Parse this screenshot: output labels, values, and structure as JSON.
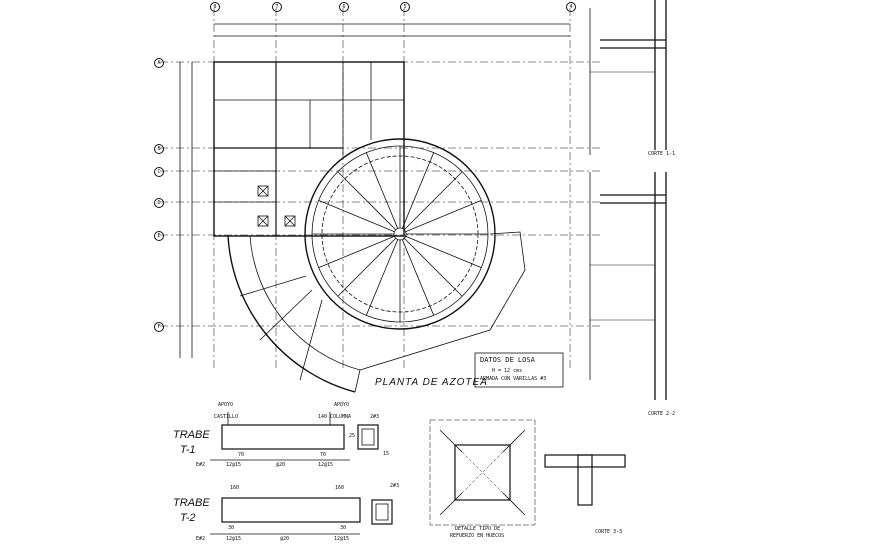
{
  "plan": {
    "title": "PLANTA DE AZOTEA",
    "axis_top": [
      "8",
      "7",
      "6",
      "5",
      "4"
    ],
    "axis_left": [
      "A",
      "B",
      "C",
      "D",
      "E",
      "F"
    ]
  },
  "datos_losa": {
    "title": "DATOS DE LOSA",
    "line1": "H = 12 cms",
    "line2": "ARMADA CON VARILLAS #3"
  },
  "cortes": {
    "c1": "CORTE 1-1",
    "c2": "CORTE 2-2",
    "c3": "CORTE 3-3"
  },
  "trabes": {
    "t1_label": "TRABE",
    "t1_id": "T-1",
    "t2_label": "TRABE",
    "t2_id": "T-2",
    "apoyo": "APOYO",
    "castillo": "CASTILLO",
    "columna": "COLUMNA",
    "dim_140": "140",
    "dim_160": "160",
    "dim_70": "70",
    "dim_30": "30",
    "bar": "2#3",
    "est": "E#2",
    "est_dist": "12@15",
    "est_mid": "@20",
    "dim_15": "15",
    "dim_25": "25"
  },
  "detalle": {
    "line1": "DETALLE TIPO DE",
    "line2": "REFUERZO EN HUECOS"
  }
}
